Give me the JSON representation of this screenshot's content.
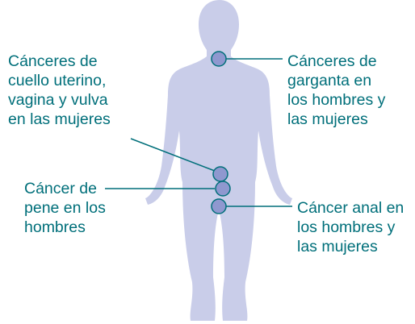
{
  "colors": {
    "silhouette": "#c9cde9",
    "accent": "#006f7a",
    "marker_fill": "#8f98cf",
    "text": "#006f7a"
  },
  "labels": {
    "cervical": "Cánceres de\ncuello uterino,\nvagina y vulva\nen las mujeres",
    "throat": "Cánceres de\ngarganta en\nlos hombres y\nlas mujeres",
    "penile": "Cáncer de\npene en los\nhombres",
    "anal": "Cáncer anal en\nlos hombres y\nlas mujeres"
  }
}
